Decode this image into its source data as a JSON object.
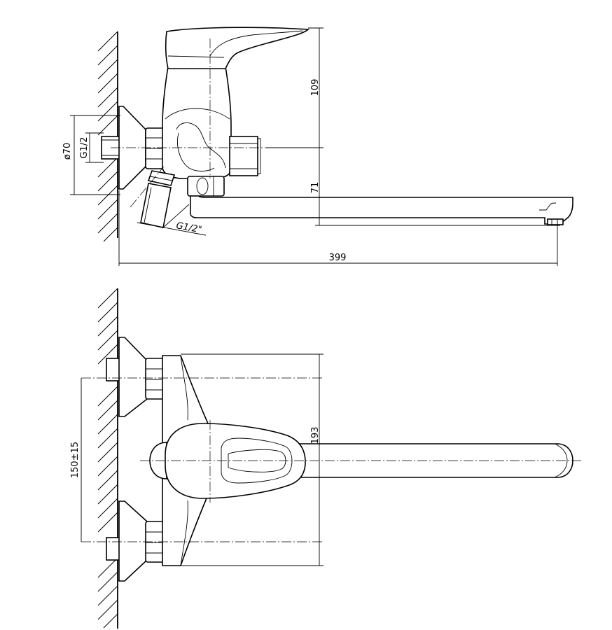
{
  "side_view": {
    "dim_height_body": "109",
    "dim_height_spout": "71",
    "dim_length": "399",
    "dim_flange_diameter": "ø70",
    "dim_inlet_thread": "G1/2",
    "dim_outlet_thread": "G1/2\""
  },
  "top_view": {
    "dim_width": "193",
    "dim_inlet_spacing": "150±15"
  }
}
